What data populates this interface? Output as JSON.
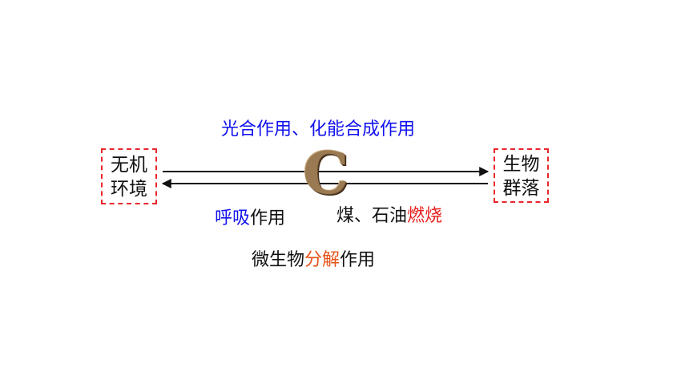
{
  "colors": {
    "box_border": "#e8262b",
    "blue": "#1111ee",
    "orange": "#e5541a",
    "red": "#e8201f",
    "text": "#111111",
    "carbon": "#9a7a52"
  },
  "left_box": {
    "line1": "无机",
    "line2": "环境"
  },
  "right_box": {
    "line1": "生物",
    "line2": "群落"
  },
  "top_label": "光合作用、化能合成作用",
  "respiration": {
    "part1": "呼吸",
    "part2": "作用"
  },
  "combustion": {
    "part1": "煤、石油",
    "part2": "燃烧"
  },
  "decomposition": {
    "part1": "微生物",
    "part2": "分解",
    "part3": "作用"
  },
  "carbon_symbol": "C"
}
